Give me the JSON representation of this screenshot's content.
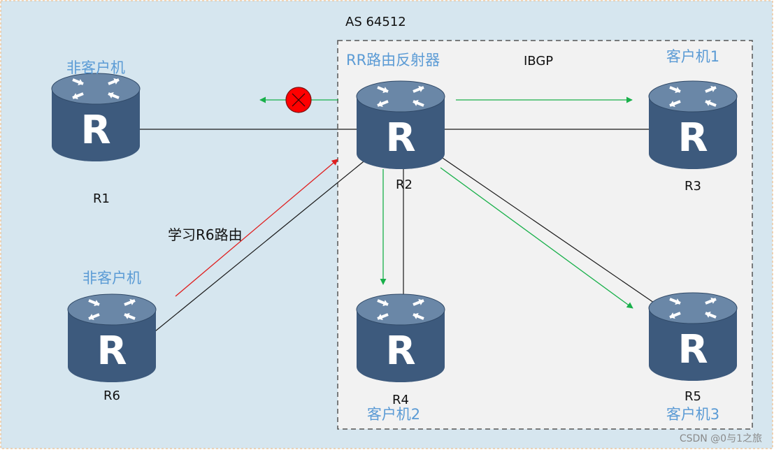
{
  "diagram": {
    "as_label": "AS 64512",
    "ibgp_label": "IBGP",
    "learn_label": "学习R6路由",
    "watermark": "CSDN @0与1之旅",
    "rr_label": "RR路由反射器",
    "colors": {
      "background": "#d6e6ef",
      "rr_cluster": "#f2f2f2",
      "router_top": "#6a87a7",
      "router_body": "#3d5a7d",
      "router_glyph": "#ffffff",
      "role_text": "#5b9bd5",
      "link": "#1a1a1a",
      "advert_arrow": "#18b04a",
      "learn_arrow": "#e01d1d",
      "blocked_marker": "#ff0000"
    },
    "routers": [
      {
        "id": "R1",
        "label": "R1",
        "role": "非客户机",
        "glyph": "R"
      },
      {
        "id": "R2",
        "label": "R2",
        "role": "",
        "glyph": "R"
      },
      {
        "id": "R3",
        "label": "R3",
        "role": "客户机1",
        "glyph": "R"
      },
      {
        "id": "R4",
        "label": "R4",
        "role": "客户机2",
        "glyph": "R"
      },
      {
        "id": "R5",
        "label": "R5",
        "role": "客户机3",
        "glyph": "R"
      },
      {
        "id": "R6",
        "label": "R6",
        "role": "非客户机",
        "glyph": "R"
      }
    ]
  }
}
